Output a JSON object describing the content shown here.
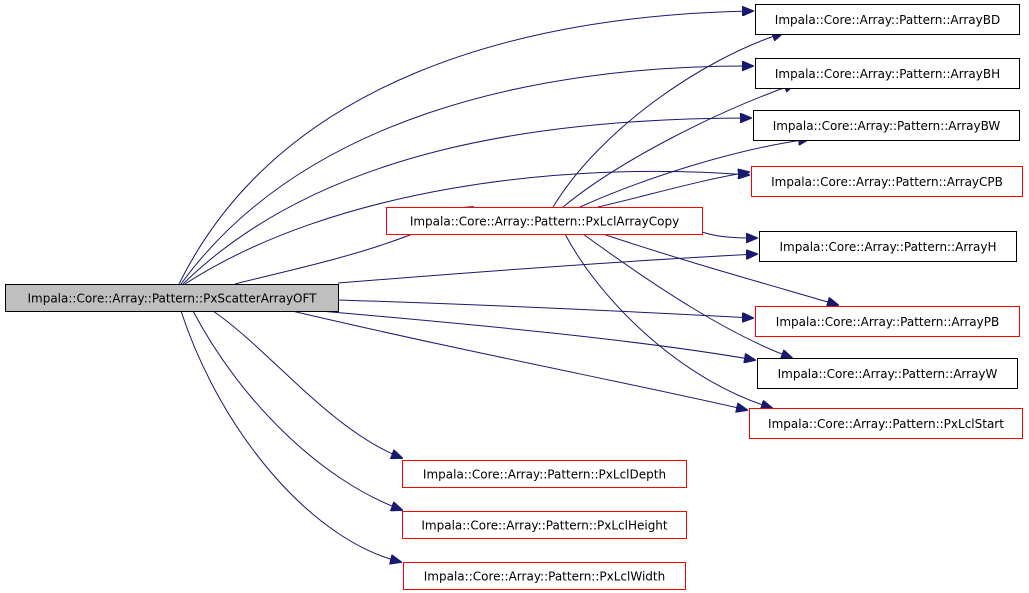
{
  "diagram": {
    "colors": {
      "edge": "#191970",
      "root_fill": "#bfbfbf",
      "root_stroke": "#000000",
      "node_black_stroke": "#000000",
      "node_red_stroke": "#ff0000",
      "background": "#ffffff"
    },
    "nodes": {
      "root": {
        "label": "Impala::Core::Array::Pattern::PxScatterArrayOFT",
        "style": "root"
      },
      "copy": {
        "label": "Impala::Core::Array::Pattern::PxLclArrayCopy",
        "style": "red"
      },
      "bd": {
        "label": "Impala::Core::Array::Pattern::ArrayBD",
        "style": "black"
      },
      "bh": {
        "label": "Impala::Core::Array::Pattern::ArrayBH",
        "style": "black"
      },
      "bw": {
        "label": "Impala::Core::Array::Pattern::ArrayBW",
        "style": "black"
      },
      "cpb": {
        "label": "Impala::Core::Array::Pattern::ArrayCPB",
        "style": "red"
      },
      "h": {
        "label": "Impala::Core::Array::Pattern::ArrayH",
        "style": "black"
      },
      "pb": {
        "label": "Impala::Core::Array::Pattern::ArrayPB",
        "style": "red"
      },
      "w": {
        "label": "Impala::Core::Array::Pattern::ArrayW",
        "style": "black"
      },
      "start": {
        "label": "Impala::Core::Array::Pattern::PxLclStart",
        "style": "red"
      },
      "depth": {
        "label": "Impala::Core::Array::Pattern::PxLclDepth",
        "style": "red"
      },
      "height": {
        "label": "Impala::Core::Array::Pattern::PxLclHeight",
        "style": "red"
      },
      "width": {
        "label": "Impala::Core::Array::Pattern::PxLclWidth",
        "style": "red"
      }
    },
    "edges": [
      {
        "from": "root",
        "to": "bd"
      },
      {
        "from": "root",
        "to": "bh"
      },
      {
        "from": "root",
        "to": "bw"
      },
      {
        "from": "root",
        "to": "cpb"
      },
      {
        "from": "root",
        "to": "copy"
      },
      {
        "from": "root",
        "to": "h"
      },
      {
        "from": "root",
        "to": "pb"
      },
      {
        "from": "root",
        "to": "w"
      },
      {
        "from": "root",
        "to": "start"
      },
      {
        "from": "root",
        "to": "depth"
      },
      {
        "from": "root",
        "to": "height"
      },
      {
        "from": "root",
        "to": "width"
      },
      {
        "from": "copy",
        "to": "bd"
      },
      {
        "from": "copy",
        "to": "bh"
      },
      {
        "from": "copy",
        "to": "bw"
      },
      {
        "from": "copy",
        "to": "cpb"
      },
      {
        "from": "copy",
        "to": "h"
      },
      {
        "from": "copy",
        "to": "pb"
      },
      {
        "from": "copy",
        "to": "w"
      },
      {
        "from": "copy",
        "to": "start"
      }
    ]
  }
}
